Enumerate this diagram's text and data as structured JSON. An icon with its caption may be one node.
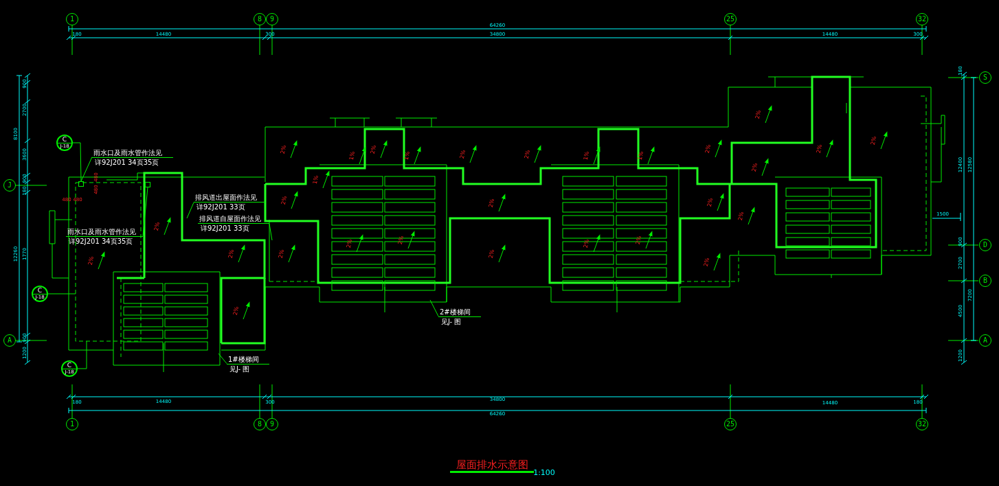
{
  "diagram": {
    "title": "屋面排水示意图",
    "nodes": [
      {
        "text": [
          "雨水口及雨水管作法见",
          "详92J201 34页35页"
        ]
      },
      {
        "text": [
          "雨水口及雨水管作法见",
          "详92J201 34页35页"
        ]
      },
      {
        "text": [
          "排风道出屋面作法见",
          "详92J201 33页"
        ]
      },
      {
        "text": [
          "排风道自屋面作法见",
          "详92J201 33页"
        ]
      },
      {
        "text": [
          "C",
          "J-18"
        ]
      },
      {
        "text": [
          "C",
          "J-18"
        ]
      },
      {
        "text": [
          "C",
          "J-18"
        ]
      },
      {
        "text": [
          "1#楼梯间",
          "见J- 图"
        ]
      },
      {
        "text": [
          "2#楼梯间",
          "见J- 图"
        ]
      },
      {
        "text": [],
        "shape": "box"
      },
      {
        "text": [],
        "shape": "box"
      }
    ],
    "edges": [
      {
        "from": 0,
        "to": 9,
        "arrow": "none"
      },
      {
        "from": 1,
        "to": 10,
        "arrow": "none"
      },
      {
        "from": 2,
        "to": null,
        "arrow": "none"
      },
      {
        "from": 3,
        "to": null,
        "arrow": "none"
      },
      {
        "from": 4,
        "to": 9,
        "arrow": "none"
      },
      {
        "from": 5,
        "to": null,
        "arrow": "none"
      },
      {
        "from": 6,
        "to": null,
        "arrow": "none"
      },
      {
        "from": 7,
        "to": null,
        "arrow": "none"
      },
      {
        "from": 8,
        "to": null,
        "arrow": "none"
      }
    ],
    "labels": [
      "1",
      "8",
      "9",
      "25",
      "32",
      "64260",
      "180",
      "14480",
      "300",
      "34800",
      "14480",
      "300",
      "180",
      "S",
      "900",
      "2700",
      "8100",
      "3600",
      "900",
      "J",
      "180",
      "12400",
      "12580",
      "1500",
      "12260",
      "1770",
      "900",
      "D",
      "2700",
      "B",
      "7200",
      "4500",
      "900",
      "A",
      "A",
      "1200",
      "1200",
      "180",
      "14480",
      "300",
      "34800",
      "14480",
      "180",
      "64260",
      "1",
      "8",
      "9",
      "25",
      "32",
      "480",
      "480",
      "480",
      "480",
      "2%",
      "1%",
      "2%",
      "1%",
      "2%",
      "2%",
      "1%",
      "1%",
      "2%",
      "2%",
      "2%",
      "2%",
      "2%",
      "1%",
      "2%",
      "2%",
      "2%",
      "2%",
      "2%",
      "2%",
      "2%",
      "2%",
      "2%",
      "2%",
      "2%",
      "2%",
      "2%",
      "2%",
      "2%",
      "1:100"
    ]
  }
}
